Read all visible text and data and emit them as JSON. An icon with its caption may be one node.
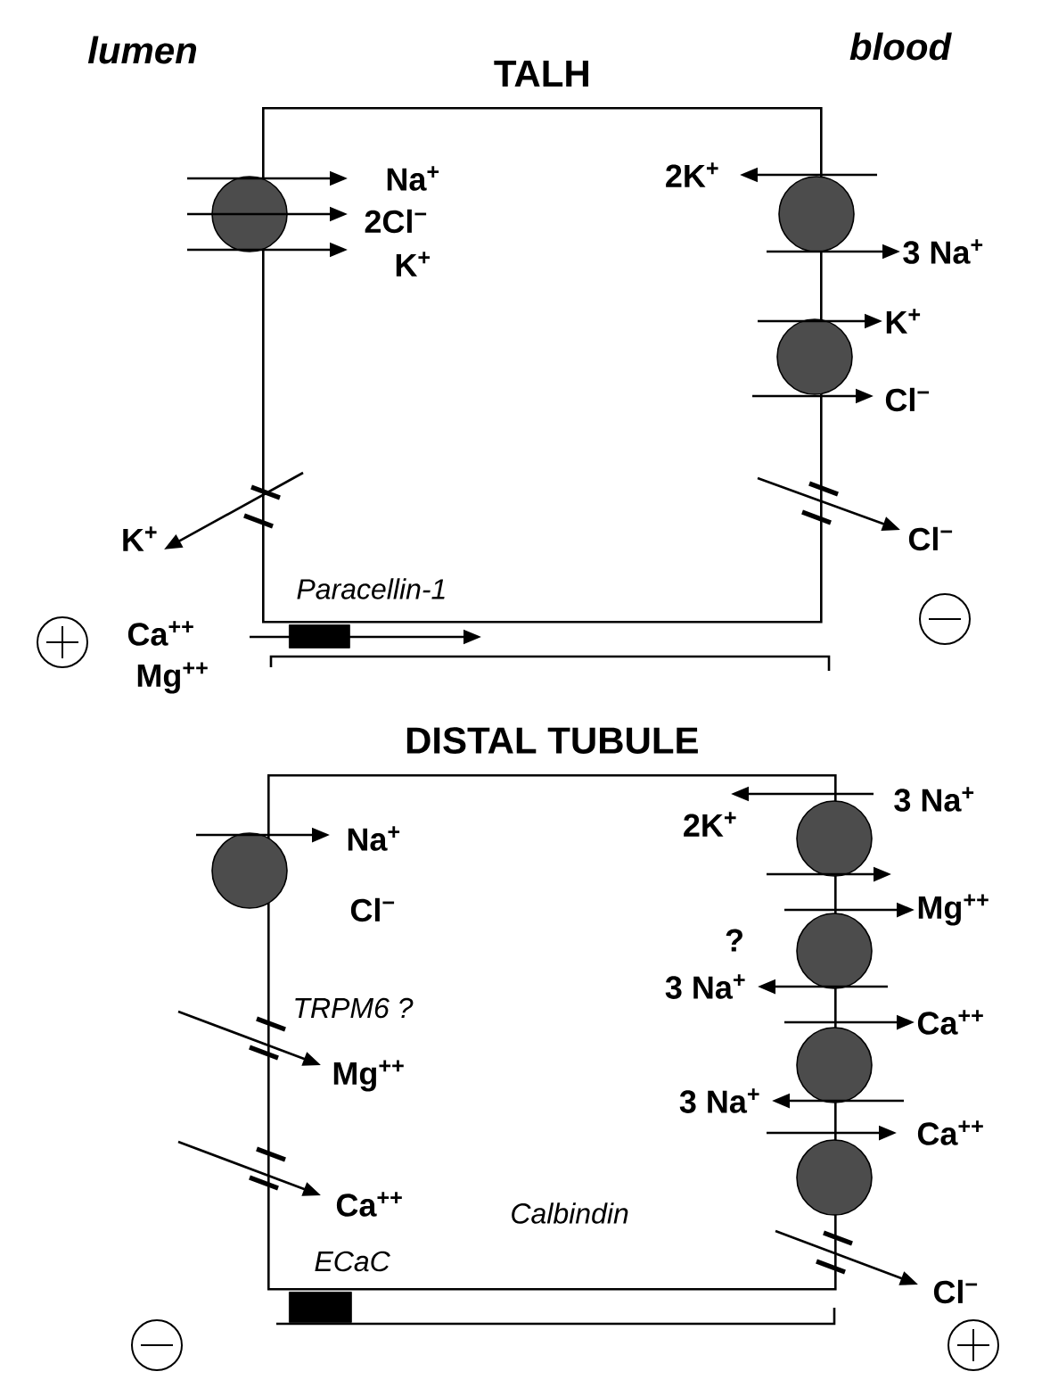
{
  "diagram": {
    "nodes": [
      {
        "text": [
          "TALH"
        ]
      },
      {
        "text": [],
        "shape": "circle"
      },
      {
        "text": [],
        "shape": "circle"
      },
      {
        "text": [],
        "shape": "circle"
      },
      {
        "text": [],
        "shape": "bar"
      },
      {
        "text": [
          "DISTAL TUBULE"
        ]
      },
      {
        "text": [],
        "shape": "circle"
      },
      {
        "text": [],
        "shape": "circle"
      },
      {
        "text": [],
        "shape": "circle"
      },
      {
        "text": [],
        "shape": "circle"
      },
      {
        "text": [],
        "shape": "circle"
      },
      {
        "text": [],
        "shape": "bar"
      }
    ],
    "labels": [
      "lumen",
      "blood",
      "Na$^{+}$",
      "2K$^{+}$",
      "2Cl$^{−}$",
      "3 Na$^{+}$",
      "K$^{+}$",
      "K$^{+}$",
      "Cl$^{−}$",
      "K$^{+}$",
      "Cl$^{−}$",
      "Paracellin-1",
      "Ca$^{++}$",
      "Mg$^{++}$",
      "3 Na$^{+}$",
      "2K$^{+}$",
      "Na$^{+}$",
      "Cl$^{−}$",
      "Mg$^{++}$",
      "?",
      "3 Na$^{+}$",
      "TRPM6 ?",
      "Ca$^{++}$",
      "Mg$^{++}$",
      "3 Na$^{+}$",
      "Ca$^{++}$",
      "Ca$^{++}$",
      "Calbindin",
      "ECaC",
      "Cl$^{−}$"
    ]
  }
}
